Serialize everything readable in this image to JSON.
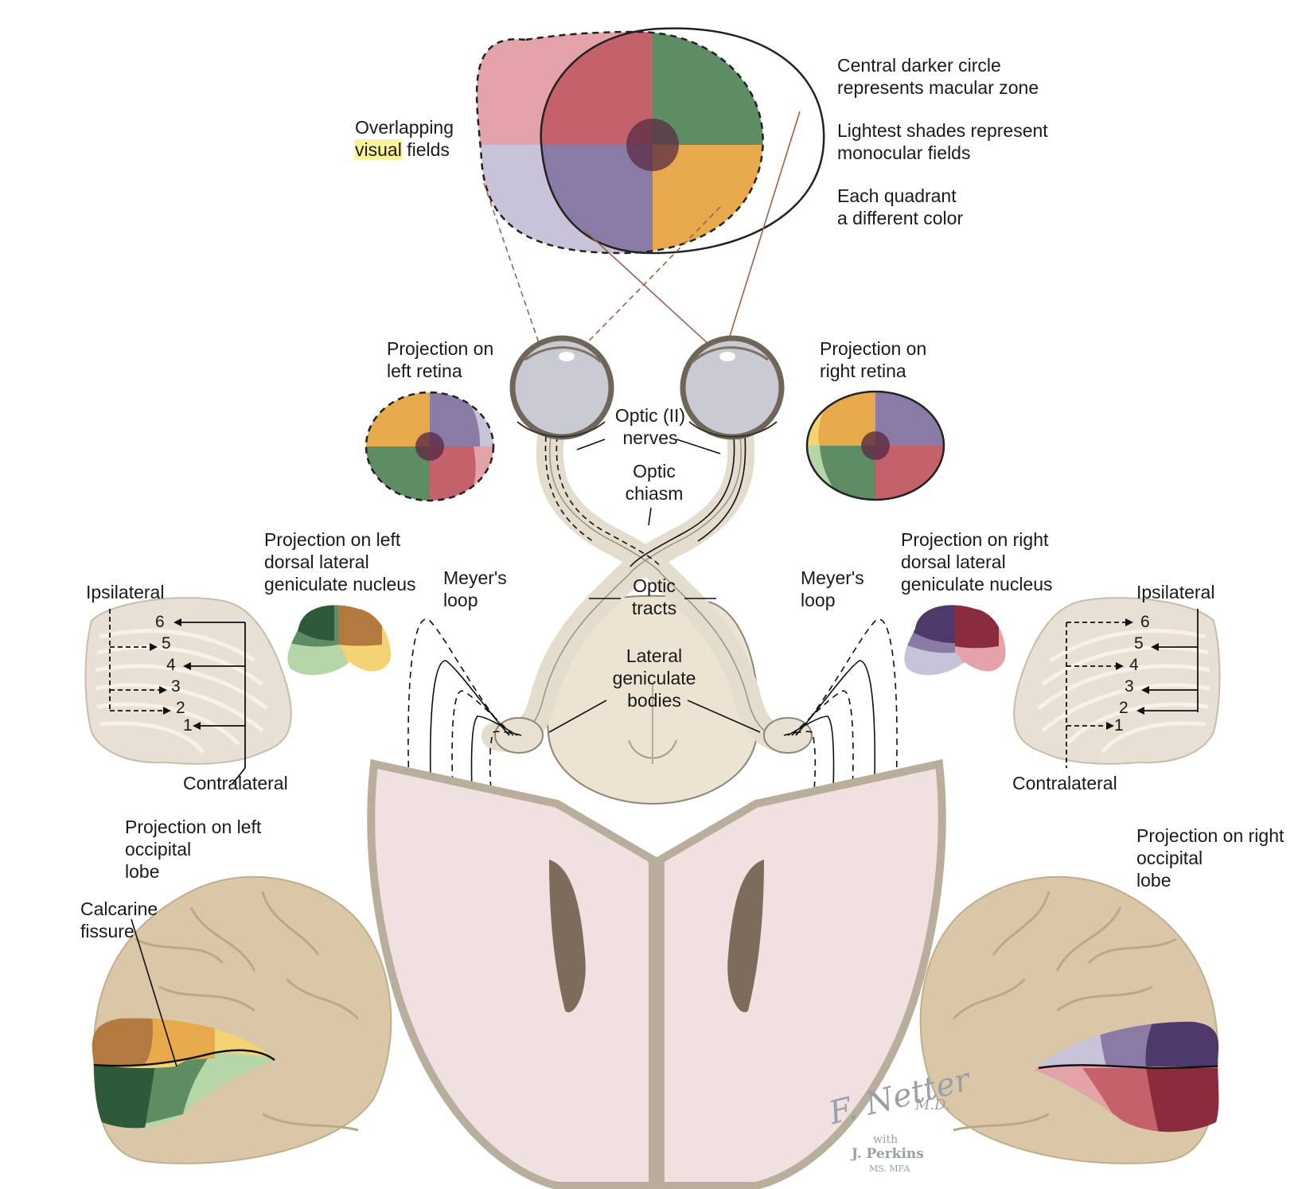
{
  "colors": {
    "red_dark": "#c4616b",
    "red_light": "#e3a3a8",
    "green_dark": "#5f8d63",
    "green_light": "#b5d6a7",
    "purple_dark": "#8a7aa6",
    "purple_light": "#c8c3d8",
    "orange_dark": "#e8a94c",
    "orange_light": "#f3d374",
    "macula": "#5a2c44",
    "tissue": "#e8dfd5",
    "grey_matter": "#b9ad9b",
    "white_matter": "#efe1e0",
    "retina_fill": "#c9cad4",
    "brain": "#d9c7a8"
  },
  "visual_field": {
    "title_line1": "Overlapping",
    "title_word_highlighted": "visual",
    "title_word_after": "fields",
    "note1_line1": "Central darker circle",
    "note1_line2": "represents macular zone",
    "note2_line1": "Lightest shades represent",
    "note2_line2": "monocular fields",
    "note3_line1": "Each quadrant",
    "note3_line2": "a different color"
  },
  "retina": {
    "left_line1": "Projection on",
    "left_line2": "left retina",
    "right_line1": "Projection on",
    "right_line2": "right retina"
  },
  "pathway": {
    "optic_nerves_line1": "Optic (II)",
    "optic_nerves_line2": "nerves",
    "chiasm_line1": "Optic",
    "chiasm_line2": "chiasm",
    "tracts_line1": "Optic",
    "tracts_line2": "tracts",
    "lgb_line1": "Lateral",
    "lgb_line2": "geniculate",
    "lgb_line3": "bodies",
    "meyer_left_line1": "Meyer's",
    "meyer_left_line2": "loop",
    "meyer_right_line1": "Meyer's",
    "meyer_right_line2": "loop"
  },
  "lgn": {
    "left_line1": "Projection on left",
    "left_line2": "dorsal lateral",
    "left_line3": "geniculate nucleus",
    "right_line1": "Projection on right",
    "right_line2": "dorsal lateral",
    "right_line3": "geniculate nucleus",
    "ipsilateral": "Ipsilateral",
    "contralateral": "Contralateral",
    "layers": [
      "6",
      "5",
      "4",
      "3",
      "2",
      "1"
    ]
  },
  "occipital": {
    "left_line1": "Projection on left",
    "left_line2": "occipital",
    "left_line3": "lobe",
    "right_line1": "Projection on right",
    "right_line2": "occipital",
    "right_line3": "lobe",
    "calcarine_line1": "Calcarine",
    "calcarine_line2": "fissure"
  },
  "signature": {
    "artist": "F. Netter",
    "degree": "M.D.",
    "with": "with",
    "coartist": "J. Perkins",
    "coartist_degree": "MS, MFA"
  }
}
